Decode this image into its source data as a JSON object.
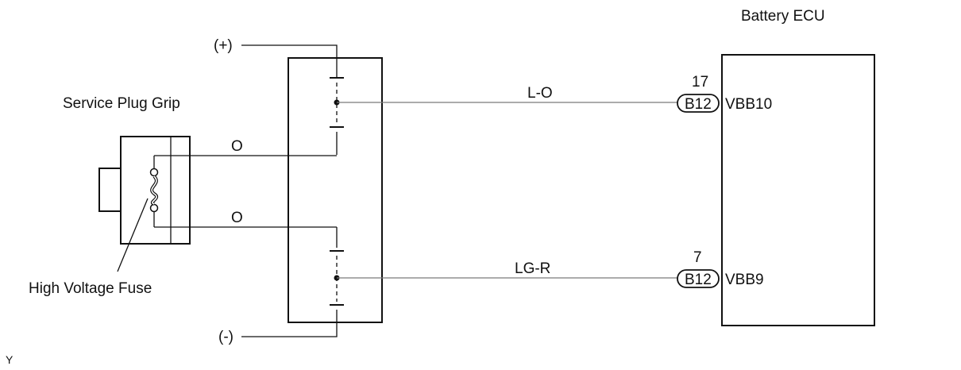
{
  "ecu": {
    "title": "Battery ECU"
  },
  "plug": {
    "title": "Service Plug Grip",
    "fuse_label": "High Voltage Fuse"
  },
  "terminals": {
    "positive": "(+)",
    "negative": "(-)"
  },
  "wires": {
    "upper_plug": "O",
    "lower_plug": "O",
    "upper_ecu": "L-O",
    "lower_ecu": "LG-R"
  },
  "connectors": [
    {
      "pin": "17",
      "connector": "B12",
      "signal": "VBB10"
    },
    {
      "pin": "7",
      "connector": "B12",
      "signal": "VBB9"
    }
  ],
  "corner_mark": "Y"
}
